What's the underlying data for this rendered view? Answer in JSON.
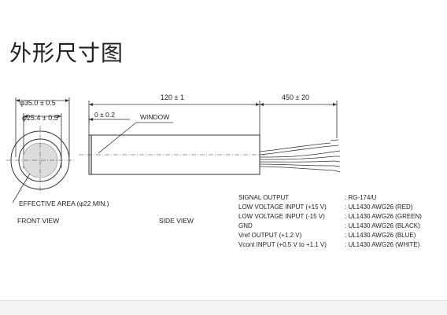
{
  "title": "外形尺寸图",
  "dimensions": {
    "outer_diameter": "φ35.0 ± 0.5",
    "inner_diameter": "φ25.4 ± 0.5",
    "length": "120 ± 1",
    "cable_length": "450 ± 20",
    "window_offset": "0 ± 0.2"
  },
  "labels": {
    "window": "WINDOW",
    "effective_area": "EFFECTIVE AREA (φ22 MIN.)",
    "front_view": "FRONT VIEW",
    "side_view": "SIDE VIEW"
  },
  "connections": [
    {
      "signal": "SIGNAL OUTPUT",
      "cable": ": RG-174/U"
    },
    {
      "signal": "LOW VOLTAGE INPUT (+15 V)",
      "cable": ": UL1430 AWG26 (RED)"
    },
    {
      "signal": "LOW VOLTAGE INPUT (-15 V)",
      "cable": ": UL1430 AWG26 (GREEN)"
    },
    {
      "signal": "GND",
      "cable": ": UL1430 AWG26 (BLACK)"
    },
    {
      "signal": "Vref OUTPUT (+1.2 V)",
      "cable": ": UL1430 AWG26 (BLUE)"
    },
    {
      "signal": "Vcont INPUT (+0.5 V to +1.1 V)",
      "cable": ": UL1430 AWG26 (WHITE)"
    }
  ]
}
